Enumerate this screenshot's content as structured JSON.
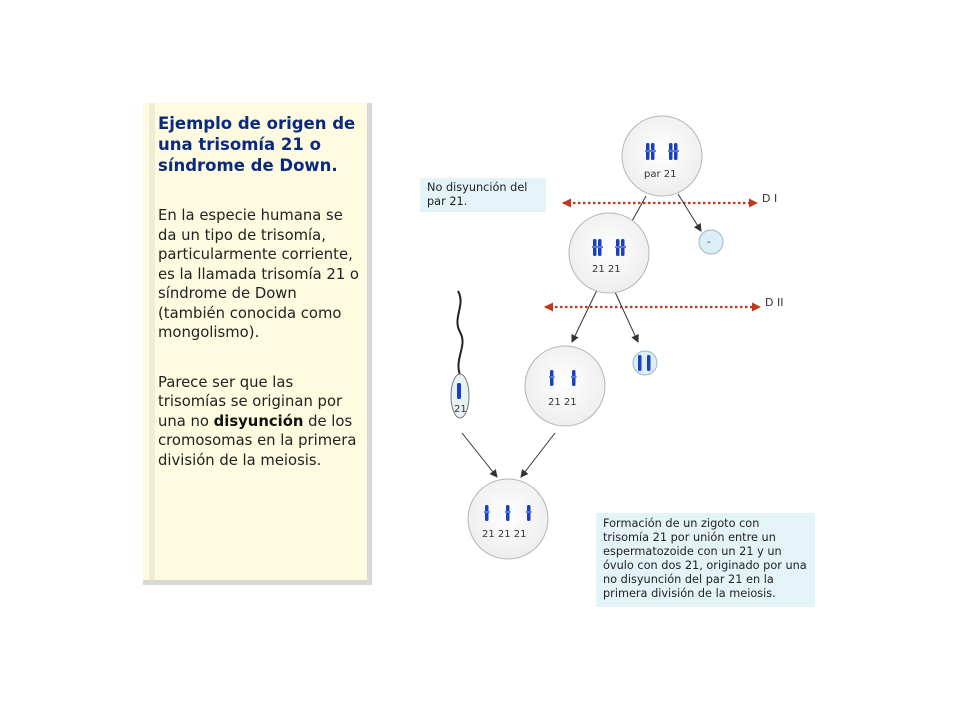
{
  "panel": {
    "title": "Ejemplo de origen de una trisomía 21 o síndrome de Down.",
    "para1": "En la especie humana se da un tipo de trisomía, particularmente corriente, es la llamada trisomía 21 o síndrome de Down (también conocida como mongolismo).",
    "para2_before": "Parece ser que las trisomías se originan por una no ",
    "para2_keyword": "disyunción",
    "para2_after": " de los cromosomas en la primera división de la meiosis."
  },
  "notes": {
    "nondisjunction": "No disyunción del par 21.",
    "formation": "Formación de un zigoto con trisomía 21 por unión entre un espermatozoide con un 21 y un óvulo con dos 21, originado por una no disyunción del par 21 en la primera división de la meiosis."
  },
  "diagram": {
    "cell_top_label": "par 21",
    "cell_mid_label": "21  21",
    "cell_lower_label": "21  21",
    "sperm_label": "21",
    "zygote_label": "21  21  21",
    "empty_cell_label": "-",
    "division_1": "D I",
    "division_2": "D II",
    "colors": {
      "chromosome": "#1a3fc0",
      "cell_fill": "#f3f3f3",
      "cell_stroke": "#b5b5b5",
      "division_line": "#c0391f",
      "arrow": "#333333",
      "small_cell_fill": "#dceef6"
    }
  }
}
